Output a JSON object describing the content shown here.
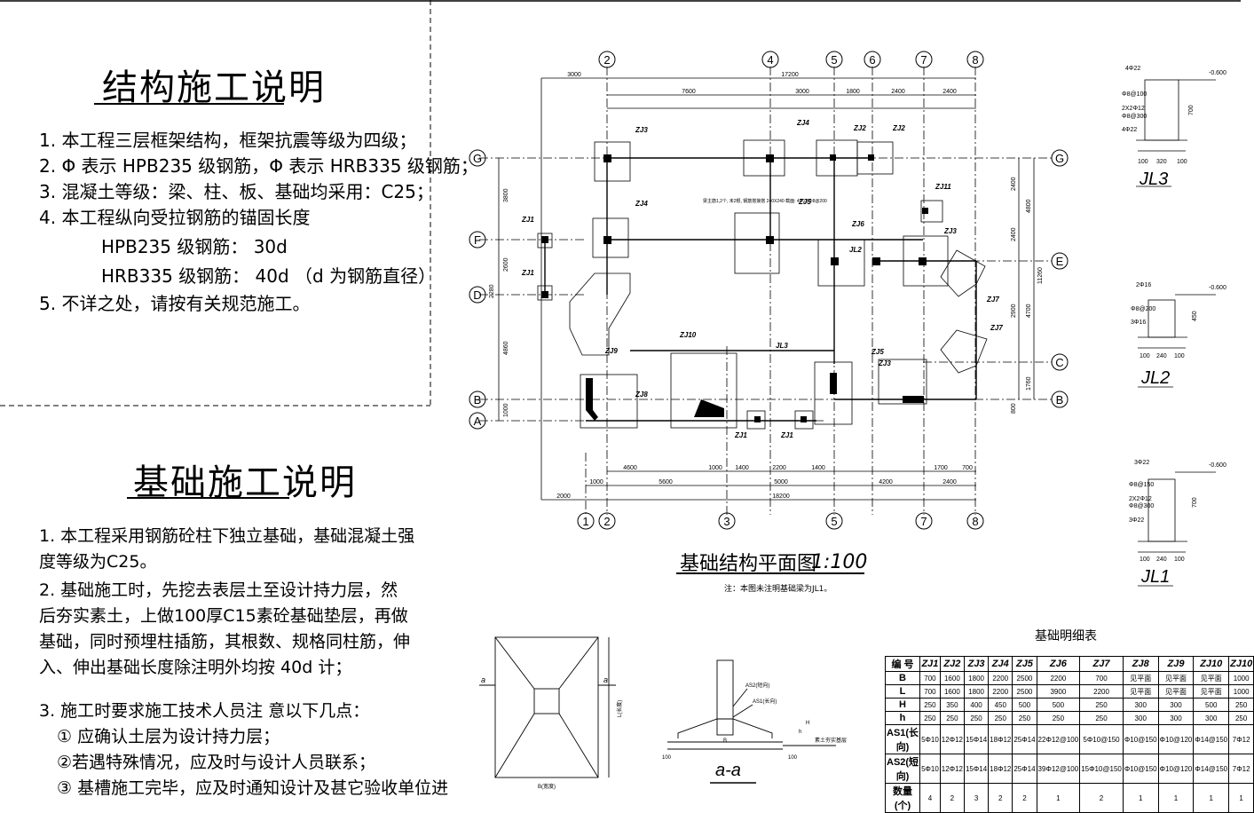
{
  "structure_notes": {
    "title": "结构施工说明",
    "items": [
      "1. 本工程三层框架结构，框架抗震等级为四级；",
      "2. Φ 表示 HPB235 级钢筋，Φ 表示 HRB335 级钢筋；",
      "3. 混凝土等级：梁、柱、板、基础均采用：C25；",
      "4. 本工程纵向受拉钢筋的锚固长度",
      "HPB235 级钢筋： 30d",
      "HRB335 级钢筋： 40d （d 为钢筋直径）",
      "5. 不详之处，请按有关规范施工。"
    ]
  },
  "foundation_notes": {
    "title": "基础施工说明",
    "items": [
      "1. 本工程采用钢筋砼柱下独立基础，基础混凝土强度等级为C25。",
      "2. 基础施工时，先挖去表层土至设计持力层，然后夯实素土，上做100厚C15素砼基础垫层，再做基础，同时预埋柱插筋，其根数、规格同柱筋，伸入、伸出基础长度除注明外均按 40d 计；",
      "3. 施工时要求施工技术人员注 意以下几点：",
      "① 应确认土层为设计持力层；",
      "②若遇特殊情况，应及时与设计人员联系；",
      "③ 基槽施工完毕，应及时通知设计及甚它验收单位进"
    ]
  },
  "plan": {
    "title": "基础结构平面图",
    "scale": "1:100",
    "note": "注：本图未注明基础梁为JL1。",
    "top_axes": [
      "2",
      "4",
      "5",
      "6",
      "7",
      "8"
    ],
    "bottom_axes": [
      "1",
      "2",
      "3",
      "5",
      "7",
      "8"
    ],
    "left_axes": [
      "G",
      "F",
      "D",
      "B",
      "A"
    ],
    "right_axes": [
      "G",
      "E",
      "C",
      "B"
    ],
    "top_dims_row1": [
      "3000",
      "17200"
    ],
    "top_dims_row2": [
      "7600",
      "3000",
      "1800",
      "2400",
      "2400"
    ],
    "bottom_dims_row1": [
      "4600",
      "1000",
      "1400",
      "2200",
      "1400",
      "1700",
      "700"
    ],
    "bottom_dims_row2": [
      "1000",
      "5600",
      "5000",
      "4200",
      "2400"
    ],
    "bottom_dims_row3": [
      "2000",
      "18200"
    ],
    "left_dims": [
      "3800",
      "2600",
      "2280",
      "4860",
      "1000"
    ],
    "right_dims": [
      "2400",
      "4800",
      "2400",
      "2900",
      "4700",
      "11260",
      "1760",
      "800"
    ],
    "footing_labels": [
      "ZJ3",
      "ZJ4",
      "ZJ2",
      "ZJ2",
      "ZJ1",
      "ZJ1",
      "ZJ4",
      "ZJ5",
      "ZJ6",
      "ZJ11",
      "ZJ3",
      "ZJ7",
      "ZJ7",
      "ZJ9",
      "ZJ10",
      "ZJ8",
      "ZJ5",
      "ZJ3",
      "ZJ1",
      "ZJ1"
    ],
    "beam_labels": [
      "JL3",
      "JL2"
    ],
    "callout": "梁主筋1,2个, 未2根, 钢筋搭接搭 240X240 截面: 4Φ12,Φ8@200"
  },
  "section_details": [
    {
      "name": "JL3",
      "rebar_top": "4Φ22",
      "stirrup": "Φ8@100",
      "side": "2X2Φ12",
      "stirrup2": "Φ8@300",
      "rebar_bot": "4Φ22",
      "level": "-0.600",
      "height": "700",
      "widths": [
        "100",
        "320",
        "100"
      ]
    },
    {
      "name": "JL2",
      "rebar_top": "2Φ16",
      "stirrup": "Φ8@200",
      "rebar_bot": "3Φ16",
      "level": "-0.600",
      "height": "450",
      "widths": [
        "100",
        "240",
        "100"
      ]
    },
    {
      "name": "JL1",
      "rebar_top": "3Φ22",
      "stirrup": "Φ8@150",
      "side": "2X2Φ12",
      "stirrup2": "Φ8@300",
      "rebar_bot": "3Φ22",
      "level": "-0.600",
      "height": "700",
      "widths": [
        "100",
        "240",
        "100"
      ]
    }
  ],
  "footing_plan_detail": {
    "label_a": "a",
    "dim_b": "B(宽度)",
    "dim_l": "L(长度)"
  },
  "footing_section": {
    "title": "a-a",
    "as2": "AS2(短向)",
    "as1": "AS1(长向)",
    "label_b": "B",
    "dims": [
      "100",
      "100"
    ],
    "h_label": "H",
    "hh_label": "h",
    "pad": "素土夯实基层"
  },
  "detail_table": {
    "title": "基础明细表",
    "header": [
      "编 号",
      "ZJ1",
      "ZJ2",
      "ZJ3",
      "ZJ4",
      "ZJ5",
      "ZJ6",
      "ZJ7",
      "ZJ8",
      "ZJ9",
      "ZJ10",
      "ZJ10"
    ],
    "rows": [
      [
        "B",
        "700",
        "1600",
        "1800",
        "2200",
        "2500",
        "2200",
        "700",
        "见平面",
        "见平面",
        "见平面",
        "1000"
      ],
      [
        "L",
        "700",
        "1600",
        "1800",
        "2200",
        "2500",
        "3900",
        "2200",
        "见平面",
        "见平面",
        "见平面",
        "1000"
      ],
      [
        "H",
        "250",
        "350",
        "400",
        "450",
        "500",
        "500",
        "250",
        "300",
        "300",
        "500",
        "250"
      ],
      [
        "h",
        "250",
        "250",
        "250",
        "250",
        "250",
        "250",
        "250",
        "300",
        "300",
        "300",
        "250"
      ],
      [
        "AS1(长向)",
        "5Φ10",
        "12Φ12",
        "15Φ14",
        "18Φ12",
        "25Φ14",
        "22Φ12@100",
        "5Φ10@150",
        "Φ10@150",
        "Φ10@120",
        "Φ14@150",
        "7Φ12"
      ],
      [
        "AS2(短向)",
        "5Φ10",
        "12Φ12",
        "15Φ14",
        "18Φ12",
        "25Φ14",
        "39Φ12@100",
        "15Φ10@150",
        "Φ10@150",
        "Φ10@120",
        "Φ14@150",
        "7Φ12"
      ],
      [
        "数量(个)",
        "4",
        "2",
        "3",
        "2",
        "2",
        "1",
        "2",
        "1",
        "1",
        "1",
        "1"
      ]
    ]
  }
}
